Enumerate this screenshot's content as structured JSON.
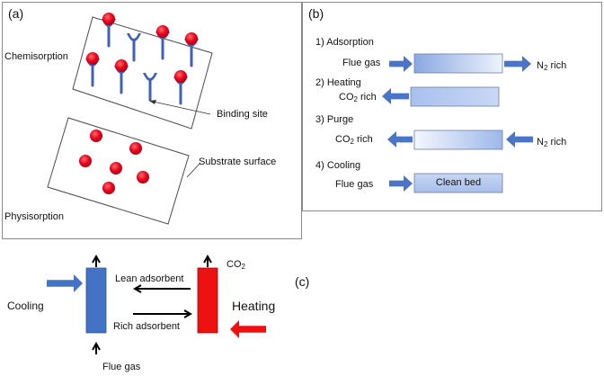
{
  "panel_a": {
    "label": "(a)",
    "chemisorption": "Chemisorption",
    "binding_site": "Binding site",
    "substrate_surface": "Substrate surface",
    "physisorption": "Physisorption"
  },
  "panel_b": {
    "label": "(b)",
    "step1": {
      "title": "1) Adsorption",
      "left": "Flue gas",
      "right_base": "N",
      "right_sub": "2",
      "right_tail": " rich"
    },
    "step2": {
      "title": "2) Heating",
      "left_base": "CO",
      "left_sub": "2",
      "left_tail": " rich"
    },
    "step3": {
      "title": "3) Purge",
      "left_base": "CO",
      "left_sub": "2",
      "left_tail": " rich",
      "right_base": "N",
      "right_sub": "2",
      "right_tail": " rich"
    },
    "step4": {
      "title": "4) Cooling",
      "left": "Flue gas",
      "bed": "Clean bed"
    }
  },
  "panel_c": {
    "label": "(c)",
    "cooling": "Cooling",
    "heating": "Heating",
    "lean": "Lean adsorbent",
    "rich": "Rich adsorbent",
    "flue_gas": "Flue gas",
    "co2_base": "CO",
    "co2_sub": "2"
  },
  "colors": {
    "red_particle": "#e8001c",
    "blue_site": "#3f62b8",
    "blue_arrow": "#4b74c6",
    "bed_fill": "#b9cdf0",
    "cooler": "#4472c4",
    "heater": "#ee1111"
  }
}
